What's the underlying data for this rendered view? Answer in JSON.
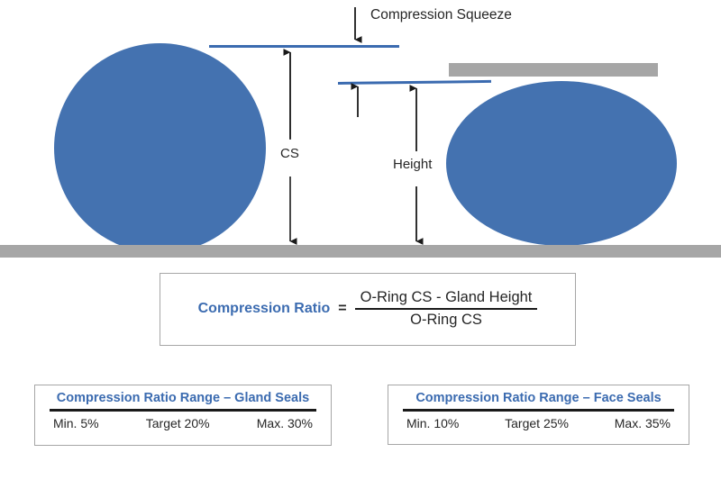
{
  "diagram": {
    "title_label": "Compression Squeeze",
    "cs_label": "CS",
    "height_label": "Height",
    "colors": {
      "oring_blue": "#4472B0",
      "line_blue": "#3B6BB0",
      "plate_gray": "#A6A6A6",
      "text_dark": "#262626"
    },
    "shapes": {
      "left_oring": "uncompressed-o-ring-circle",
      "right_oring": "compressed-o-ring-ellipse",
      "base_plate": "base-plate",
      "gland_plate": "gland-plate"
    }
  },
  "formula": {
    "lhs": "Compression Ratio",
    "equals": "=",
    "numerator": "O-Ring CS - Gland Height",
    "denominator": "O-Ring CS"
  },
  "ranges": [
    {
      "title": "Compression Ratio Range  –  Gland Seals",
      "cells": [
        "Min. 5%",
        "Target 20%",
        "Max. 30%"
      ],
      "min": "5%",
      "target": "20%",
      "max": "30%"
    },
    {
      "title": "Compression Ratio Range  –  Face Seals",
      "cells": [
        "Min. 10%",
        "Target 25%",
        "Max. 35%"
      ],
      "min": "10%",
      "target": "25%",
      "max": "35%"
    }
  ]
}
